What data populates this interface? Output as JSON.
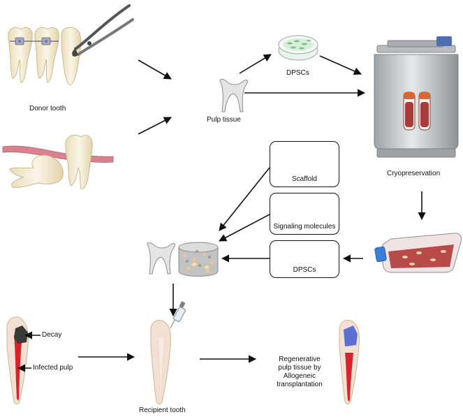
{
  "labels": {
    "donor_tooth": "Donor tooth",
    "pulp_tissue": "Pulp tissue",
    "dpscs_top": "DPSCs",
    "cryopreservation": "Cryopreservation",
    "scaffold": "Scaffold",
    "signaling_molecules": "Signaling molecules",
    "dpscs_box": "DPSCs",
    "decay": "Decay",
    "infected_pulp": "Infected pulp",
    "recipient_tooth": "Recipient tooth",
    "regenerative_line1": "Regenerative",
    "regenerative_line2": "pulp tissue by",
    "regenerative_line3": "Allogeneic",
    "regenerative_line4": "transplantation"
  },
  "colors": {
    "tooth_fill": "#f3ead3",
    "tooth_stroke": "#c9b98f",
    "gum": "#d9828f",
    "pulp_red": "#d8232a",
    "decay_dark": "#3a3a3a",
    "regen_blue": "#5b6fd3",
    "flask_red": "#b84a4a",
    "cap_blue": "#3a7fd6",
    "tank_gray": "#c9ccce",
    "petri_green": "#7fc08a"
  }
}
